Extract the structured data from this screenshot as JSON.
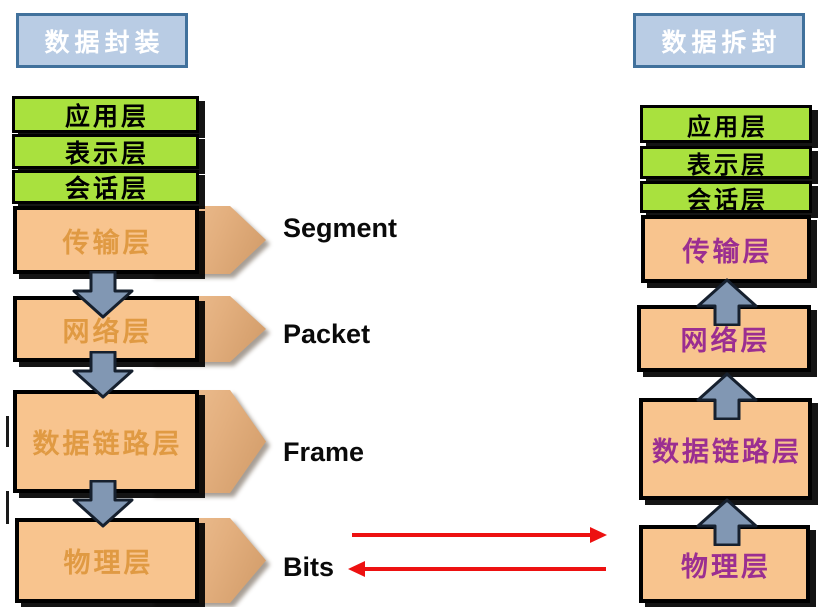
{
  "left": {
    "title": "数据封装",
    "upper_layers": [
      "应用层",
      "表示层",
      "会话层"
    ],
    "lower_layers": [
      "传输层",
      "网络层",
      "数据链路层",
      "物理层"
    ],
    "flow_direction": "down"
  },
  "right": {
    "title": "数据拆封",
    "upper_layers": [
      "应用层",
      "表示层",
      "会话层"
    ],
    "lower_layers": [
      "传输层",
      "网络层",
      "数据链路层",
      "物理层"
    ],
    "flow_direction": "up"
  },
  "pdu_labels": [
    "Segment",
    "Packet",
    "Frame",
    "Bits"
  ],
  "colors": {
    "title_fill": "#b9cce4",
    "title_border": "#41719c",
    "title_text": "#ffffff",
    "upper_layer_fill": "#a9e13e",
    "upper_layer_text": "#000000",
    "lower_layer_fill": "#f8c48e",
    "left_lower_text": "#e09a43",
    "right_lower_text": "#9b2e91",
    "box_border": "#000000",
    "flow_arrow_fill": "#8197b3",
    "pdu_tag_fill": "#e3af7e",
    "red_arrow": "#ed1111"
  }
}
